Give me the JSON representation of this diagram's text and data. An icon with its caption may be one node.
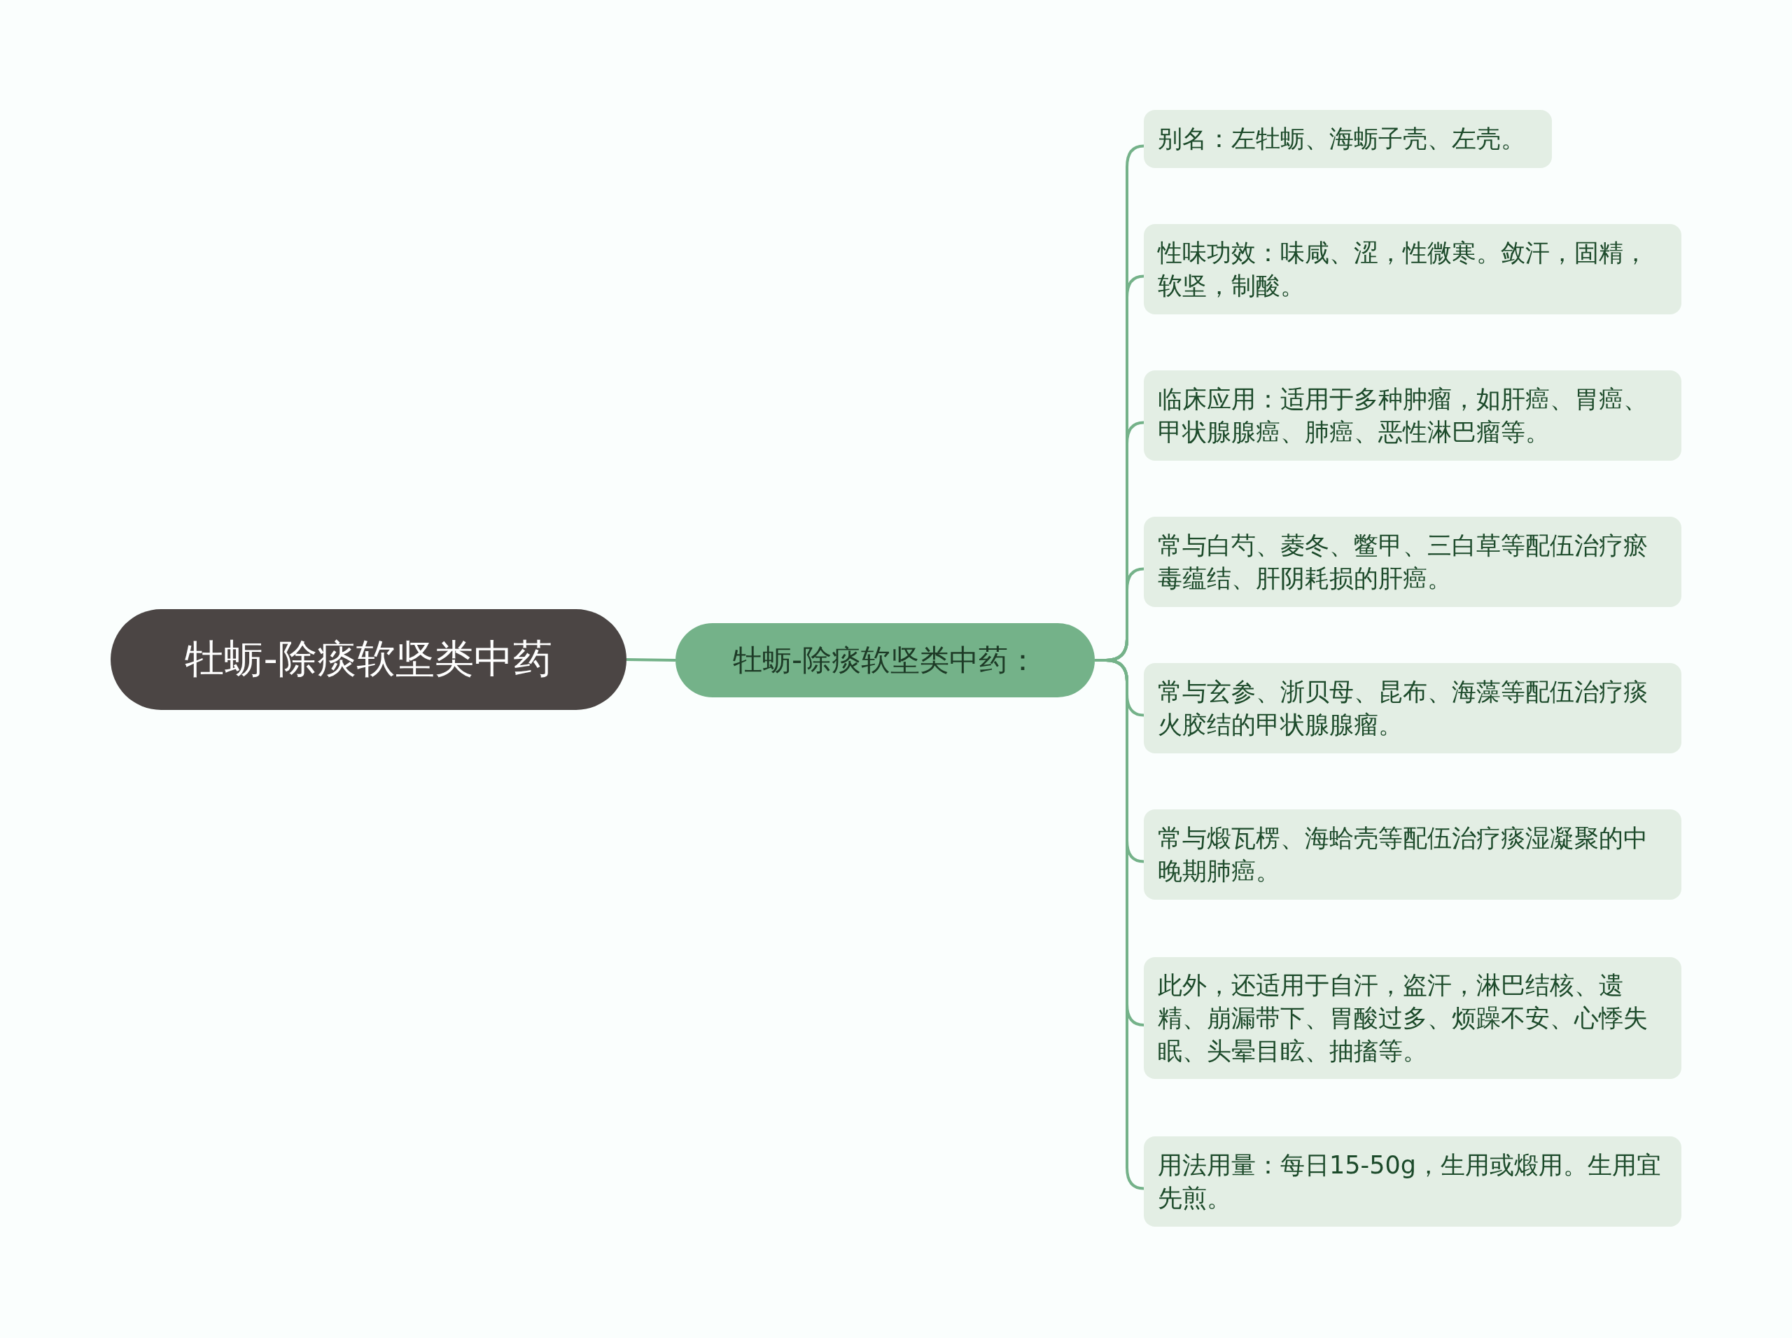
{
  "diagram": {
    "nodes": [
      {
        "text": [
          "牡蛎-除痰软坚类中药"
        ]
      },
      {
        "text": [
          "牡蛎-除痰软坚类中药："
        ]
      },
      {
        "text": [
          "别名：左牡蛎、海蛎子壳、左壳。"
        ]
      },
      {
        "text": [
          "性味功效：味咸、涩，性微寒。敛汗，固精，软坚，制酸。"
        ]
      },
      {
        "text": [
          "临床应用：适用于多种肿瘤，如肝癌、胃癌、甲状腺腺癌、肺癌、恶性淋巴瘤等。"
        ]
      },
      {
        "text": [
          "常与白芍、菱冬、鳖甲、三白草等配伍治疗瘀毒蕴结、肝阴耗损的肝癌。"
        ]
      },
      {
        "text": [
          "常与玄参、浙贝母、昆布、海藻等配伍治疗痰火胶结的甲状腺腺瘤。"
        ]
      },
      {
        "text": [
          "常与煅瓦楞、海蛤壳等配伍治疗痰湿凝聚的中晚期肺癌。"
        ]
      },
      {
        "text": [
          "此外，还适用于自汗，盗汗，淋巴结核、遗精、崩漏带下、胃酸过多、烦躁不安、心悸失眠、头晕目眩、抽搐等。"
        ]
      },
      {
        "text": [
          "用法用量：每日15-50g，生用或煅用。生用宜先煎。"
        ]
      }
    ],
    "edges": [
      {
        "from": 0,
        "to": 1,
        "arrow": "none"
      },
      {
        "from": 1,
        "to": 2,
        "arrow": "none"
      },
      {
        "from": 1,
        "to": 3,
        "arrow": "none"
      },
      {
        "from": 1,
        "to": 4,
        "arrow": "none"
      },
      {
        "from": 1,
        "to": 5,
        "arrow": "none"
      },
      {
        "from": 1,
        "to": 6,
        "arrow": "none"
      },
      {
        "from": 1,
        "to": 7,
        "arrow": "none"
      },
      {
        "from": 1,
        "to": 8,
        "arrow": "none"
      },
      {
        "from": 1,
        "to": 9,
        "arrow": "none"
      }
    ]
  }
}
